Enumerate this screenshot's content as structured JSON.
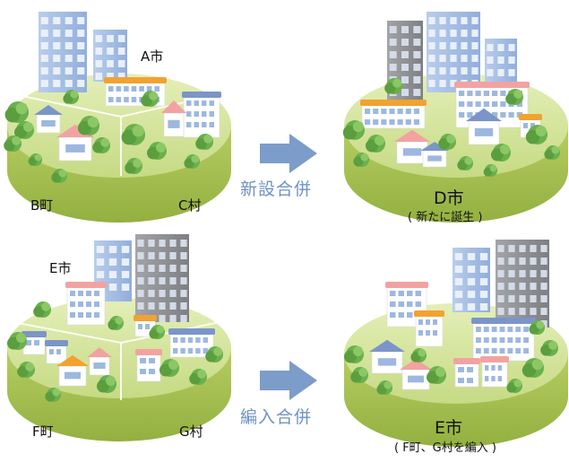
{
  "row1": {
    "before": {
      "city": "A市",
      "town": "B町",
      "village": "C村"
    },
    "merge_type": "新設合併",
    "after": {
      "name": "D市",
      "note": "( 新たに誕生 )"
    }
  },
  "row2": {
    "before": {
      "city": "E市",
      "town": "F町",
      "village": "G村"
    },
    "merge_type": "編入合併",
    "after": {
      "name": "E市",
      "note": "( F町、G村を編入 )"
    }
  },
  "colors": {
    "disc_top": "#cddf8f",
    "disc_side": "#a9c352",
    "tree": "#6ab04c",
    "arrow": "#7c9cc9",
    "merge_text": "#6f93c2",
    "building_blue": "#a9c2e6",
    "building_gray": "#8d8f93",
    "roof_orange": "#f2a230",
    "roof_pink": "#f3a2a2",
    "roof_blue": "#7b95c9"
  },
  "icons": [
    "city-disc-illustration",
    "merge-arrow-icon"
  ]
}
